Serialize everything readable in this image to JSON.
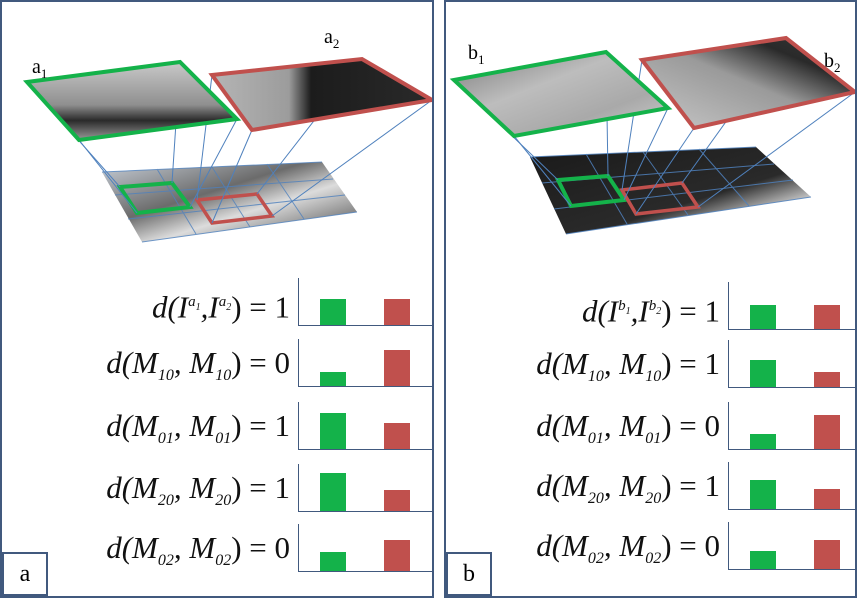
{
  "panels": [
    {
      "id": "a",
      "tag": "a",
      "label_left": "a",
      "label_left_sub": "1",
      "label_right": "a",
      "label_right_sub": "2",
      "rows": [
        {
          "lhs": "d(I",
          "sup1": "a",
          "sub1": "1",
          "mid": ",I",
          "sup2": "a",
          "sub2": "2",
          "rhs": ") = 1",
          "green": 0.55,
          "red": 0.55
        },
        {
          "lhs": "d(M",
          "sub": "10",
          "rhs": ") = 0",
          "green": 0.3,
          "red": 0.75
        },
        {
          "lhs": "d(M",
          "sub": "01",
          "rhs": ") = 1",
          "green": 0.75,
          "red": 0.55
        },
        {
          "lhs": "d(M",
          "sub": "20",
          "rhs": ") = 1",
          "green": 0.8,
          "red": 0.45
        },
        {
          "lhs": "d(M",
          "sub": "02",
          "rhs": ") = 0",
          "green": 0.4,
          "red": 0.65
        }
      ]
    },
    {
      "id": "b",
      "tag": "b",
      "label_left": "b",
      "label_left_sub": "1",
      "label_right": "b",
      "label_right_sub": "2",
      "rows": [
        {
          "lhs": "d(I",
          "rhs": ") = 1",
          "green": 0.55,
          "red": 0.55
        },
        {
          "lhs": "d(M",
          "sub": "10",
          "rhs": ") = 1",
          "green": 0.6,
          "red": 0.35
        },
        {
          "lhs": "d(M",
          "sub": "01",
          "rhs": ") = 0",
          "green": 0.35,
          "red": 0.75
        },
        {
          "lhs": "d(M",
          "sub": "20",
          "rhs": ") = 1",
          "green": 0.65,
          "red": 0.45
        },
        {
          "lhs": "d(M",
          "sub": "02",
          "rhs": ") = 0",
          "green": 0.4,
          "red": 0.65
        }
      ]
    }
  ],
  "colors": {
    "green": "#14b24a",
    "red": "#c0504d",
    "frame": "#41597e",
    "grid": "#4f81bd"
  }
}
